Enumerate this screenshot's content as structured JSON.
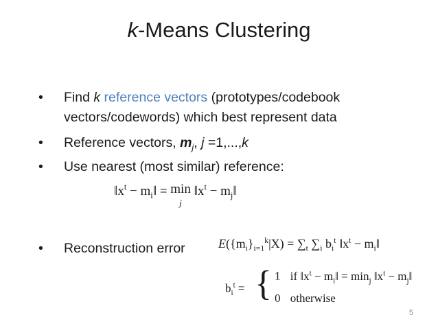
{
  "slide": {
    "title_k": "k",
    "title_rest": "-Means Clustering",
    "bullets": [
      {
        "a": "Find ",
        "b": "k",
        "c": " ",
        "d": "reference vectors",
        "e": " (prototypes/codebook",
        "f": "vectors/codewords) which best represent data"
      },
      {
        "a": "Reference vectors, ",
        "b": "m",
        "c": "j",
        "d": ", ",
        "e": "j",
        "f": " =1,...,",
        "g": "k"
      },
      {
        "a": "Use nearest (most similar) reference:"
      },
      {
        "a": "Reconstruction error"
      }
    ],
    "formula_nearest": {
      "lhs": "‖x<sup>t</sup> − m<sub>i</sub>‖",
      "eq": "=",
      "min": "min",
      "sub": "j",
      "rhs": "‖x<sup>t</sup> − m<sub>j</sub>‖"
    },
    "formula_error": {
      "lhs": "E",
      "args": "({m<sub>i</sub>}<sub>i=1</sub><sup>k</sup>|X)",
      "eq": "=",
      "rhs": "∑<sub>t</sub> ∑<sub>i</sub> b<sub>i</sub><sup>t</sup> ‖x<sup>t</sup> − m<sub>i</sub>‖"
    },
    "formula_b": {
      "lhs": "b<sub>i</sub><sup>t</sup> =",
      "case1_value": "1",
      "case1_if": "if",
      "case1_cond": "‖x<sup>t</sup> − m<sub>i</sub>‖ = min<sub>j</sub> ‖x<sup>t</sup> − m<sub>j</sub>‖",
      "case2_value": "0",
      "case2_text": "otherwise"
    },
    "page_number": "5",
    "colors": {
      "accent": "#4f81bd",
      "text": "#1a1a1a",
      "page_number": "#8c8c8c"
    }
  }
}
